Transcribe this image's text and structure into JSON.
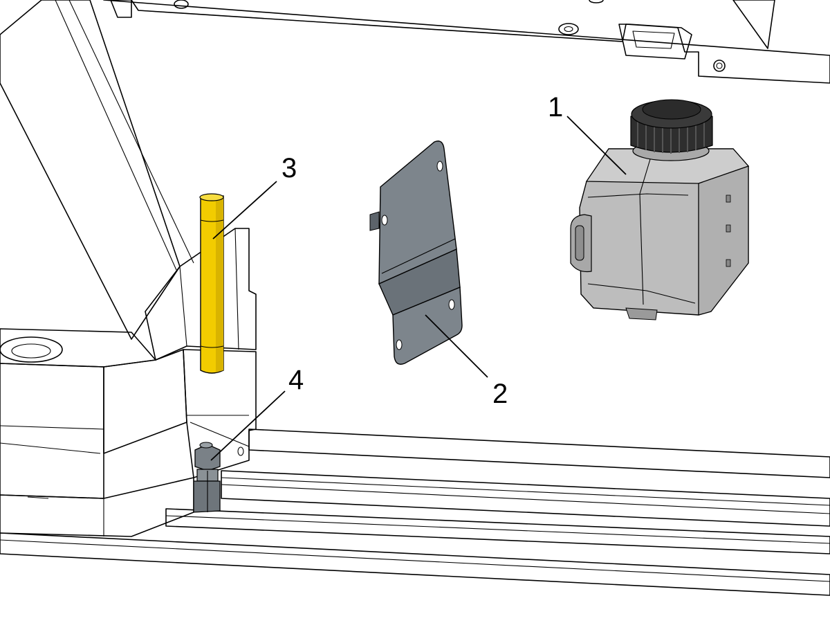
{
  "callouts": [
    {
      "id": "1",
      "label": "1"
    },
    {
      "id": "2",
      "label": "2"
    },
    {
      "id": "3",
      "label": "3"
    },
    {
      "id": "4",
      "label": "4"
    }
  ],
  "colors": {
    "line": "#000000",
    "frame_fill": "#ffffff",
    "pin": "#f2cc00",
    "pin_shade": "#d9b400",
    "plate": "#7d858c",
    "plate_dark": "#606870",
    "tank_body": "#bfbfbf",
    "tank_dark": "#9a9a9a",
    "cap": "#2e2e2e",
    "fitting": "#6e757b"
  }
}
